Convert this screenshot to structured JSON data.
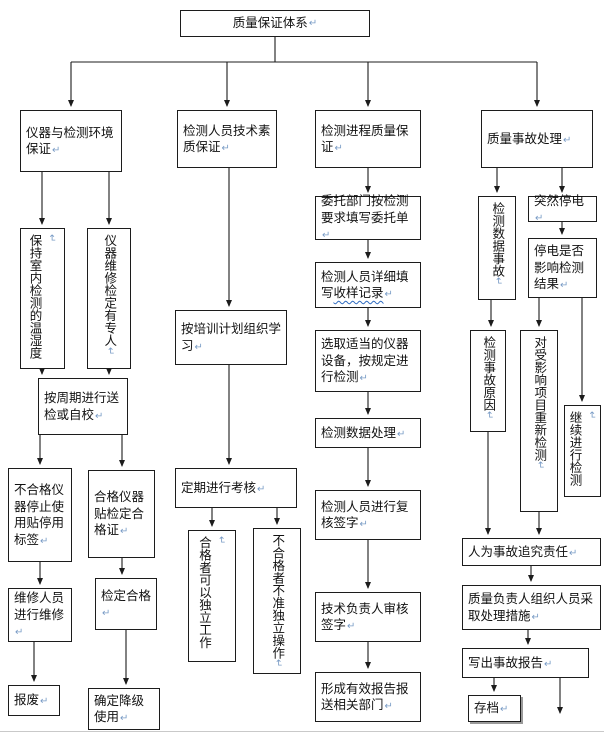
{
  "glyphs": {
    "return_mark": "↵"
  },
  "root": {
    "title": "质量保证体系"
  },
  "branch1": {
    "head": "仪器与检测环境保证",
    "humidity": "保持室内检测的温湿度",
    "maintenance": "仪器维修检定有专人",
    "periodic": "按周期进行送检或自校",
    "unqualified": "不合格仪器停止使用贴停用标签",
    "qualified": "合格仪器贴检定合格证",
    "repair": "维修人员进行维修",
    "scrap": "报废",
    "verified": "检定合格",
    "downgrade": "确定降级使用"
  },
  "branch2": {
    "head": "检测人员技术素质保证",
    "training": "按培训计划组织学习",
    "assessment": "定期进行考核",
    "qualified": "合格者可以独立工作",
    "unqualified": "不合格者不准独立操作"
  },
  "branch3": {
    "head": "检测进程质量保证",
    "commission": "委托部门按检测要求填写委托单",
    "sample_pre": "检测人员详细填写",
    "sample_wavy": "收样记录",
    "select": "选取适当的仪器设备，按规定进行检测",
    "data_process": "检测数据处理",
    "recheck": "检测人员进行复核签字",
    "tech_review": "技术负责人审核签字",
    "report": "形成有效报告报送相关部门"
  },
  "branch4": {
    "head": "质量事故处理",
    "data_accident": "检测数据事故",
    "power_failure": "突然停电",
    "power_impact": "停电是否影响检测结果",
    "cause": "检测事故原因",
    "retest": "对受影响项目重新检测",
    "continue_test": "继续进行检测",
    "accountability": "人为事故追究责任",
    "measures": "质量负责人组织人员采取处理措施",
    "report": "写出事故报告",
    "archive": "存档"
  }
}
